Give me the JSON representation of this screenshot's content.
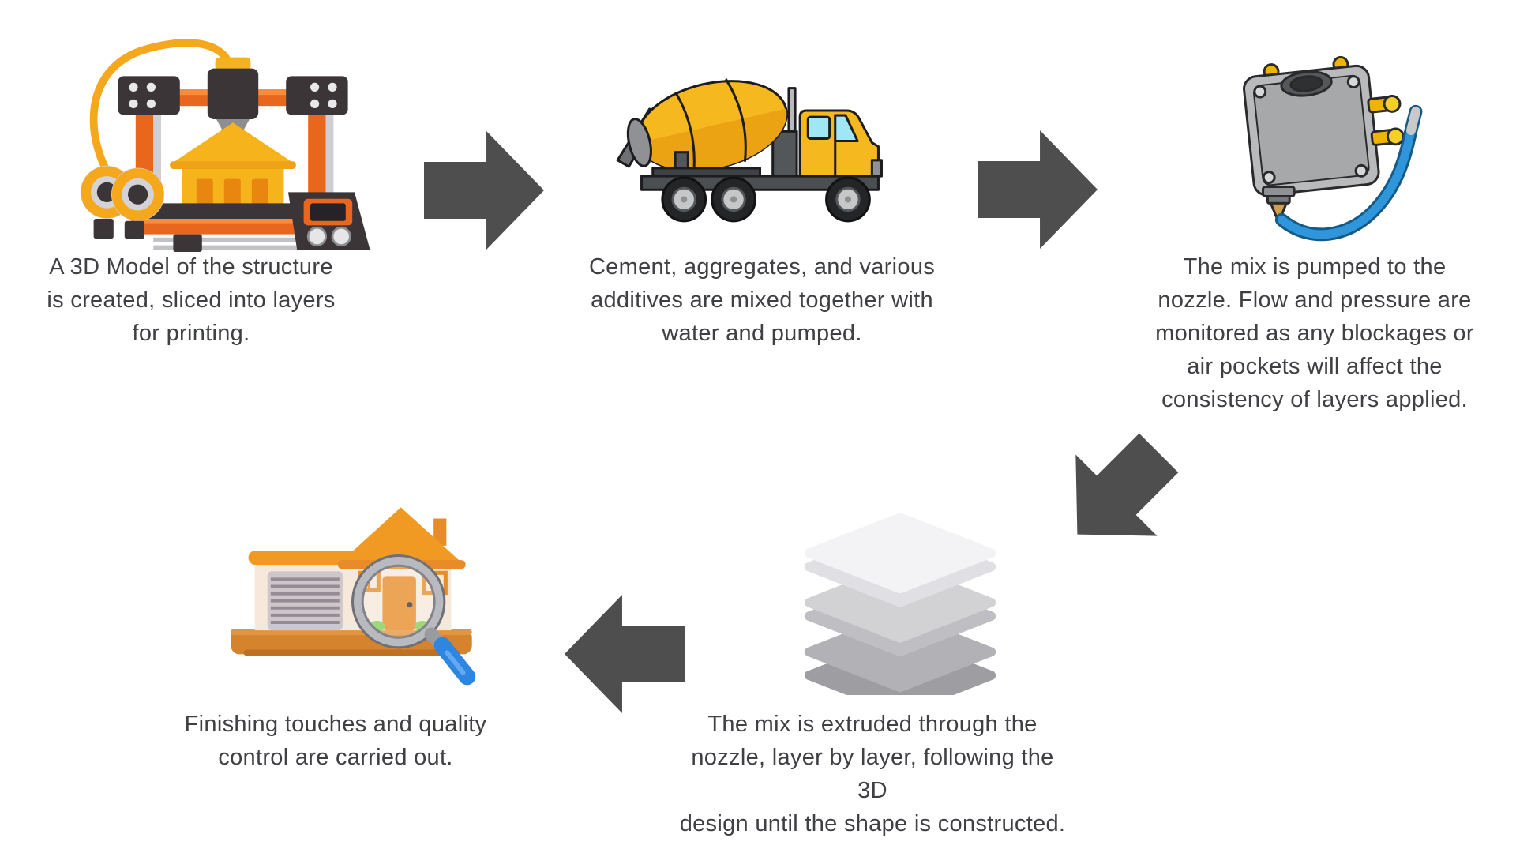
{
  "colors": {
    "arrow": "#4e4e4e",
    "text": "#3f4043",
    "accent_orange": "#e9661d",
    "machine_yellow": "#f5b81e",
    "tube_blue": "#2f96dc",
    "handle_blue": "#2f86e0",
    "layer_light_gray": "#f3f3f5",
    "layer_dark_gray": "#b2b2b6"
  },
  "steps": [
    {
      "icon": "3d-printer-icon",
      "lines": [
        "A 3D Model of the structure",
        "is created, sliced into layers",
        "for printing."
      ]
    },
    {
      "icon": "cement-mixer-truck-icon",
      "lines": [
        "Cement, aggregates, and various",
        "additives are mixed together with",
        "water and pumped."
      ]
    },
    {
      "icon": "print-nozzle-icon",
      "lines": [
        "The mix is pumped to the",
        "nozzle. Flow and pressure are",
        "monitored as any blockages or",
        "air pockets will affect the",
        "consistency of layers applied."
      ]
    },
    {
      "icon": "layers-icon",
      "lines": [
        "The mix is extruded through the",
        "nozzle, layer by layer, following the 3D",
        "design until the shape is constructed."
      ]
    },
    {
      "icon": "house-inspection-icon",
      "lines": [
        "Finishing touches and quality",
        "control are carried out."
      ]
    }
  ],
  "arrows": [
    {
      "direction": "right"
    },
    {
      "direction": "right"
    },
    {
      "direction": "down-left"
    },
    {
      "direction": "left"
    }
  ]
}
